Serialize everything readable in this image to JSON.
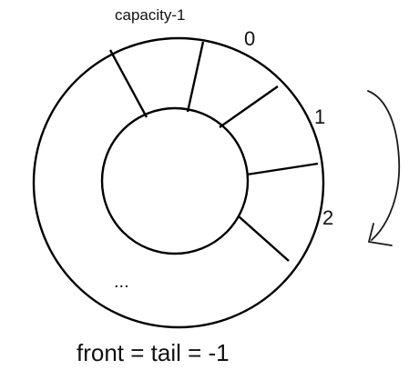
{
  "ring": {
    "label_top": "capacity-1",
    "index_labels": [
      "0",
      "1",
      "2"
    ],
    "ellipsis": "...",
    "formula": "front = tail = -1"
  }
}
